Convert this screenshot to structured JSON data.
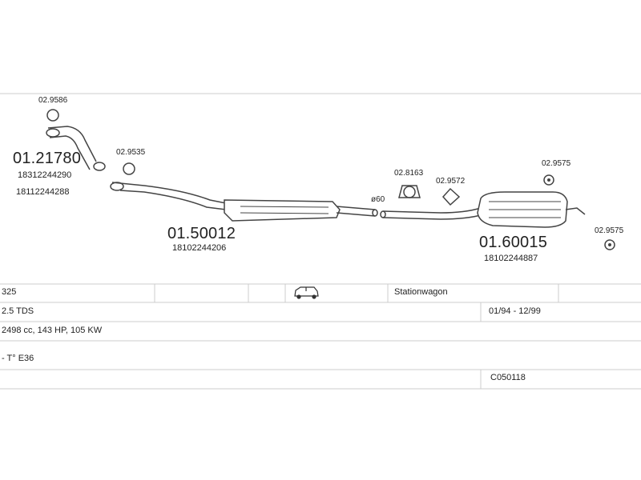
{
  "parts": {
    "gasket_top": "02.9586",
    "pipe_front": "01.21780",
    "pipe_front_oem1": "18312244290",
    "pipe_front_oem2": "18112244288",
    "gasket_front": "02.9535",
    "middle_silencer": "01.50012",
    "middle_silencer_oem": "18102244206",
    "clamp": "02.8163",
    "gasket_mid": "02.9572",
    "diameter": "ø60",
    "rear_rubber_top": "02.9575",
    "rear_rubber_side": "02.9575",
    "rear_silencer": "01.60015",
    "rear_silencer_oem": "18102244887"
  },
  "vehicle": {
    "model": "325",
    "body_type": "Stationwagon",
    "engine": "2.5 TDS",
    "years": "01/94 - 12/99",
    "specs": "2498 cc, 143 HP, 105 KW",
    "type": "- T° E36",
    "code": "C050118"
  },
  "icons": {
    "body": "station-wagon-car-icon"
  },
  "colors": {
    "line": "#555555",
    "grid": "#cccccc"
  }
}
